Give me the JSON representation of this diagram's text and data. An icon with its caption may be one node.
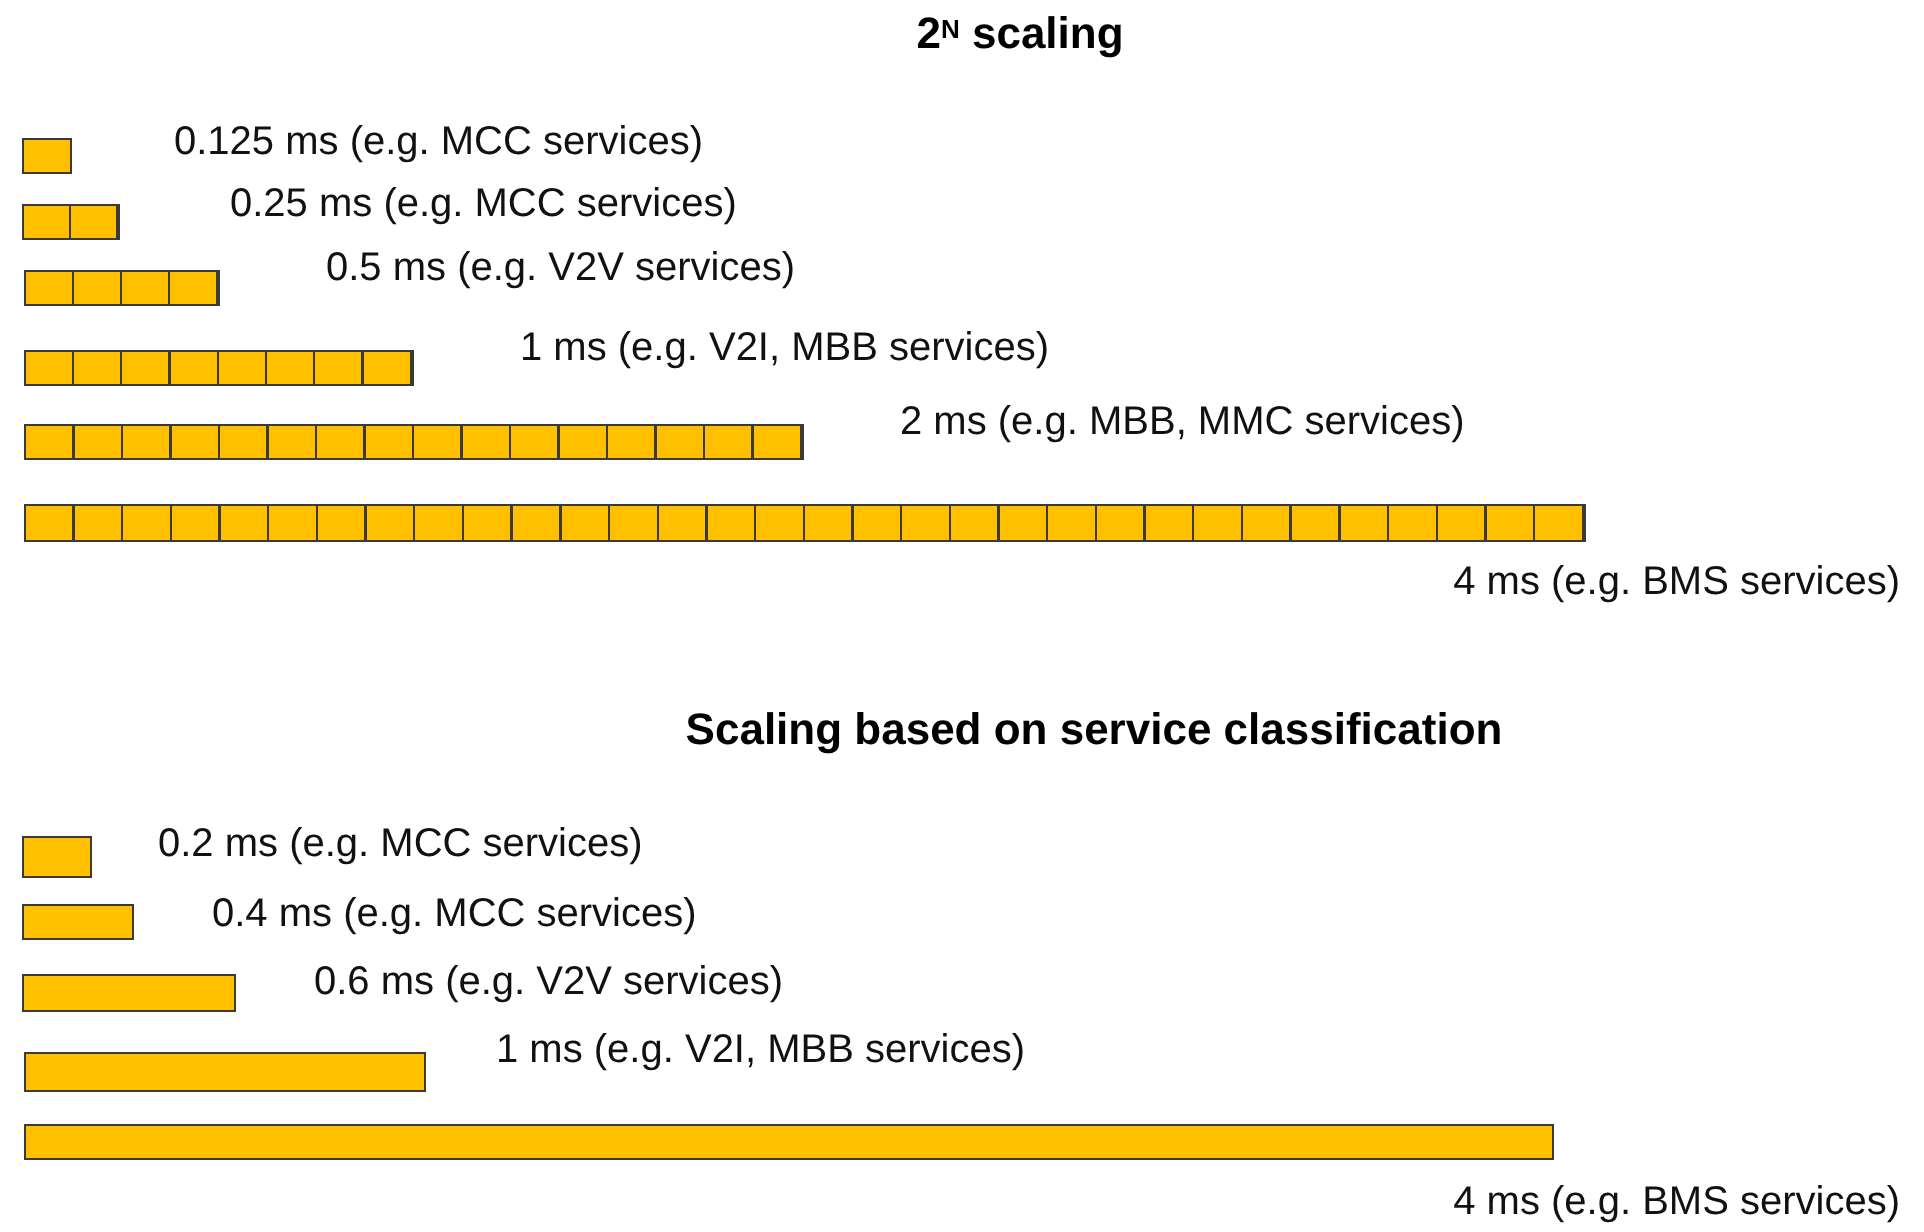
{
  "diagram": {
    "nodes": [
      {
        "text": [],
        "shape": "bar"
      },
      {
        "text": [],
        "shape": "bar"
      },
      {
        "text": [],
        "shape": "bar"
      },
      {
        "text": [],
        "shape": "bar"
      },
      {
        "text": [],
        "shape": "bar"
      },
      {
        "text": [],
        "shape": "bar"
      },
      {
        "text": [],
        "shape": "bar"
      },
      {
        "text": [],
        "shape": "bar"
      },
      {
        "text": [],
        "shape": "bar"
      },
      {
        "text": [],
        "shape": "bar"
      },
      {
        "text": [],
        "shape": "bar"
      }
    ],
    "labels": [
      "2$^{N}$ scaling",
      "0.125 ms (e.g. MCC services)",
      "0.25 ms (e.g. MCC services)",
      "0.5 ms (e.g. V2V services)",
      "1 ms (e.g. V2I, MBB services)",
      "2 ms (e.g. MBB, MMC services)",
      "4 ms (e.g. BMS services)",
      "Scaling based on service classification",
      "0.2 ms (e.g. MCC services)",
      "0.4 ms (e.g. MCC services)",
      "0.6 ms (e.g. V2V services)",
      "1 ms (e.g. V2I, MBB services)",
      "4 ms (e.g. BMS services)"
    ]
  }
}
